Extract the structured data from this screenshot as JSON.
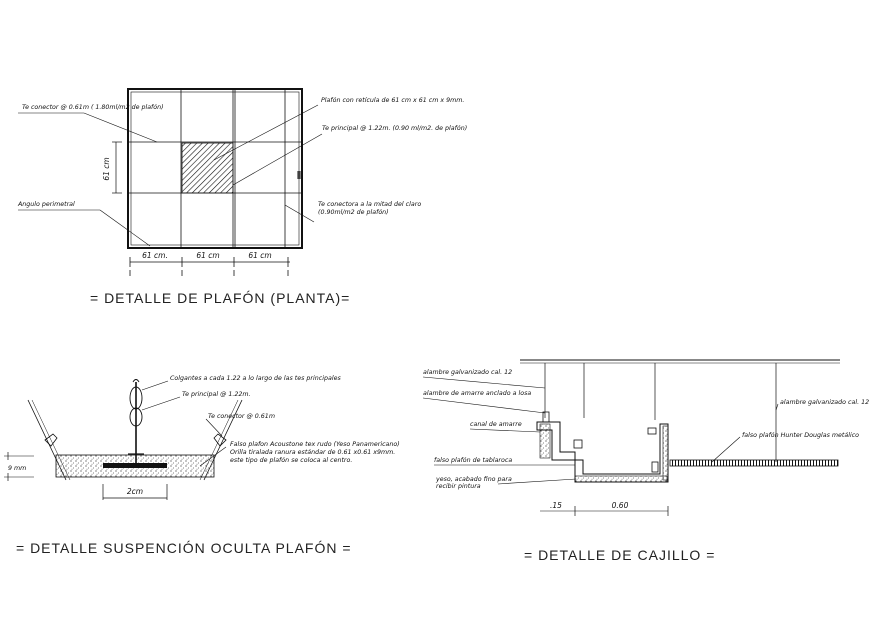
{
  "plan": {
    "labels": {
      "te_conector_left": "Te conector @ 0.61m ( 1.80ml/m2 de plafón)",
      "angulo": "Angulo perimetral",
      "reticula": "Plafón con retícula de 61 cm x 61 cm x 9mm.",
      "te_principal": "Te principal  @ 1.22m. (0.90 ml/m2. de plafón)",
      "te_mitad_1": "Te conectora a la mitad del claro",
      "te_mitad_2": "(0.90ml/m2 de plafón)",
      "vertical_dim": "61 cm",
      "dim_1": "61 cm.",
      "dim_2": "61 cm",
      "dim_3": "61 cm"
    },
    "title": "= DETALLE  DE PLAFÓN (PLANTA)="
  },
  "suspension": {
    "labels": {
      "colgantes": "Colgantes a cada 1.22 a lo largo de las tes principales",
      "te_principal": "Te principal @ 1.22m.",
      "te_conector": "Te conector @ 0.61m",
      "falso_1": "Falso plafon Acoustone tex rudo (Yeso Panamericano)",
      "falso_2": "Orilla tiralada ranura estándar de 0.61 x0.61 x9mm.",
      "falso_3": "este tipo de plafón se coloca al centro.",
      "espesor": "9 mm",
      "ancho": "2cm"
    },
    "title": "= DETALLE SUSPENCIÓN OCULTA PLAFÓN ="
  },
  "cajillo": {
    "labels": {
      "alambre_top": "alambre galvanizado cal. 12",
      "alambre_amarre": "alambre de amarre anclado a losa",
      "canal": "canal de amarre",
      "falso_tablaroca": "falso plafón de tablaroca",
      "yeso_1": "yeso, acabado fino para",
      "yeso_2": "recibir pintura",
      "alambre_right": "alambre galvanizado cal. 12",
      "falso_hunter": "falso plafón Hunter Douglas metálico",
      "dim_15": ".15",
      "dim_60": "0.60"
    },
    "title": "= DETALLE  DE CAJILLO ="
  }
}
